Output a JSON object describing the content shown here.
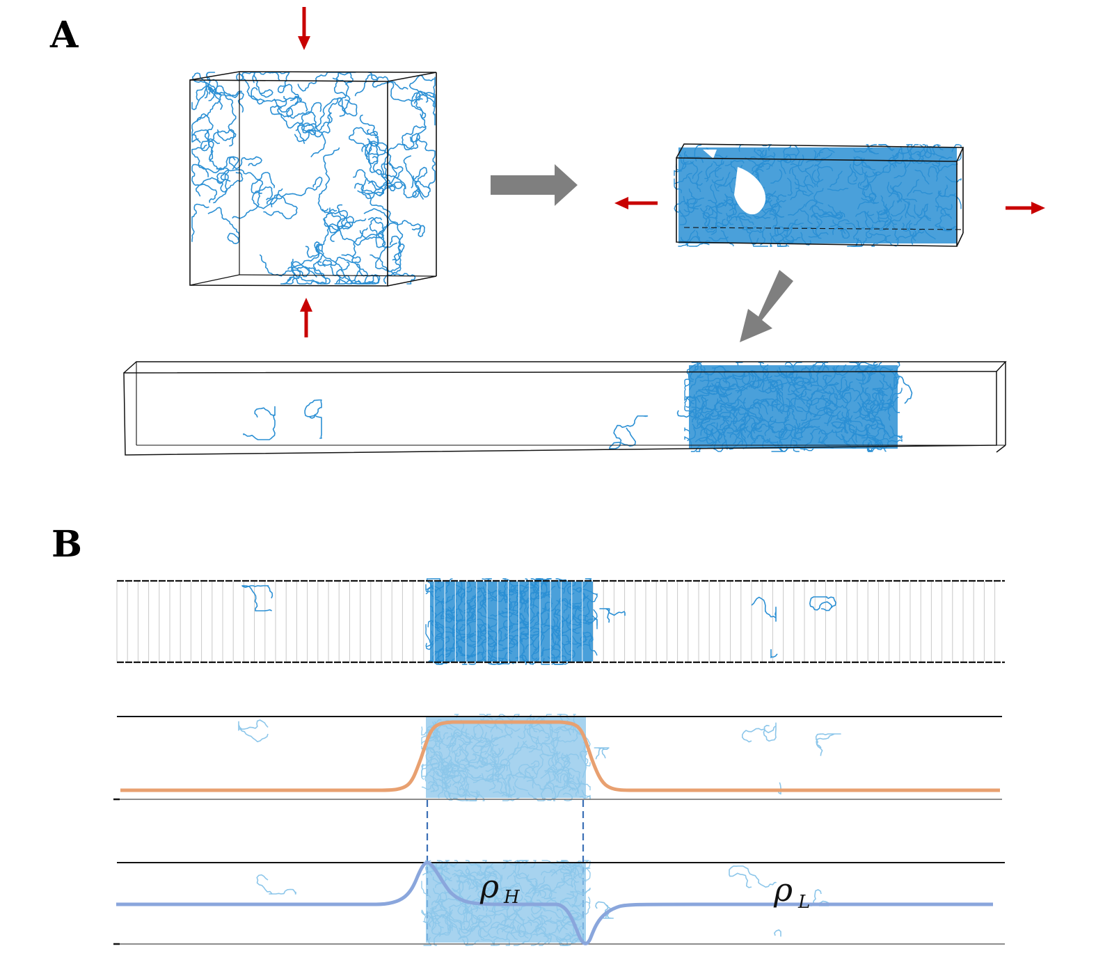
{
  "panels": {
    "a_label": "A",
    "b_label": "B"
  },
  "annotations": {
    "rho_h": "ρ",
    "rho_h_sub": "H",
    "rho_l": "ρ",
    "rho_l_sub": "L"
  },
  "colors": {
    "particles": "#2a8fd4",
    "particles_faded": "#8cc6ea",
    "compression_arrows": "#c80000",
    "process_arrows": "#808080",
    "density_profile": "#e8a070",
    "pressure_profile": "#8aa6dc",
    "interface_dashes": "#3a6fb5"
  },
  "icons": {
    "compress_down": "arrow-down-icon",
    "compress_up": "arrow-up-icon",
    "stretch_left": "arrow-left-icon",
    "stretch_right": "arrow-right-icon",
    "process_right": "arrow-right-icon",
    "process_down_left": "arrow-down-left-icon"
  }
}
